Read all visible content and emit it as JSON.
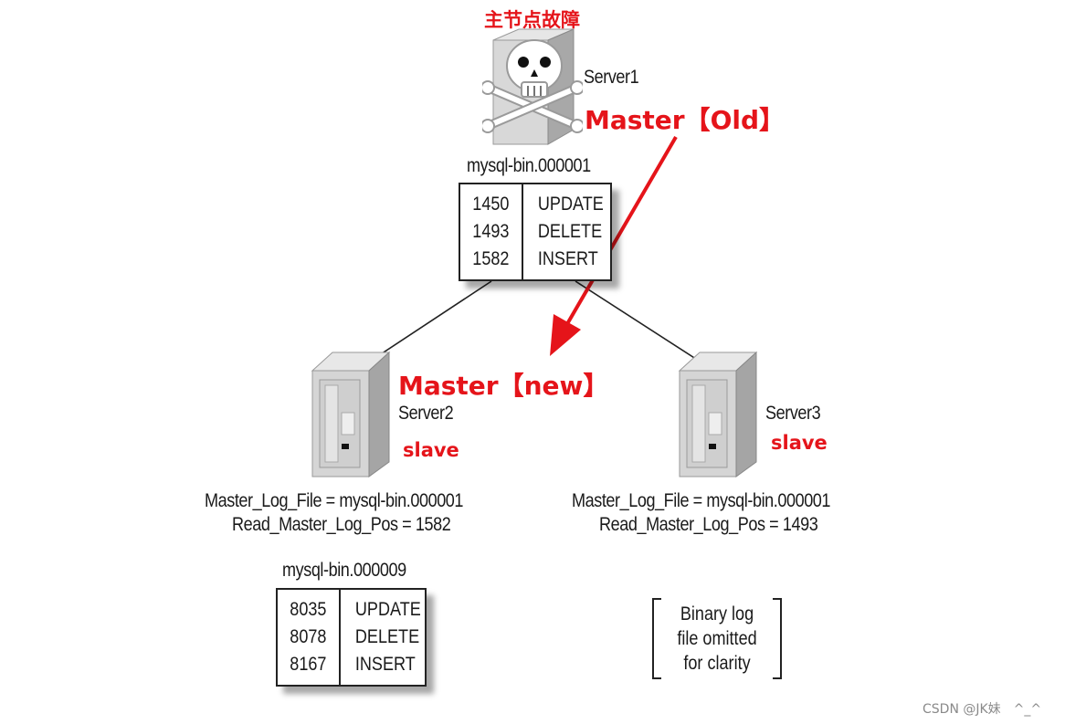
{
  "top_caption": "主节点故障",
  "server1": {
    "name": "Server1",
    "role": "Master【Old】",
    "binlog_file": "mysql-bin.000001",
    "entries": [
      {
        "pos": "1450",
        "op": "UPDATE"
      },
      {
        "pos": "1493",
        "op": "DELETE"
      },
      {
        "pos": "1582",
        "op": "INSERT"
      }
    ]
  },
  "server2": {
    "name": "Server2",
    "role_master": "Master【new】",
    "role": "slave",
    "master_log_file": "Master_Log_File = mysql-bin.000001",
    "read_master_log_pos": "Read_Master_Log_Pos = 1582",
    "binlog_file": "mysql-bin.000009",
    "entries": [
      {
        "pos": "8035",
        "op": "UPDATE"
      },
      {
        "pos": "8078",
        "op": "DELETE"
      },
      {
        "pos": "8167",
        "op": "INSERT"
      }
    ]
  },
  "server3": {
    "name": "Server3",
    "role": "slave",
    "master_log_file": "Master_Log_File = mysql-bin.000001",
    "read_master_log_pos": "Read_Master_Log_Pos = 1493",
    "omitted_lines": [
      "Binary log",
      "file omitted",
      "for clarity"
    ]
  },
  "footer": "CSDN @JK妹　^_^",
  "colors": {
    "annotation_red": "#e5141a",
    "arrow_black": "#222222"
  },
  "icons": {
    "server1": "dead-server-skull-icon",
    "server2": "server-tower-icon",
    "server3": "server-tower-icon"
  }
}
